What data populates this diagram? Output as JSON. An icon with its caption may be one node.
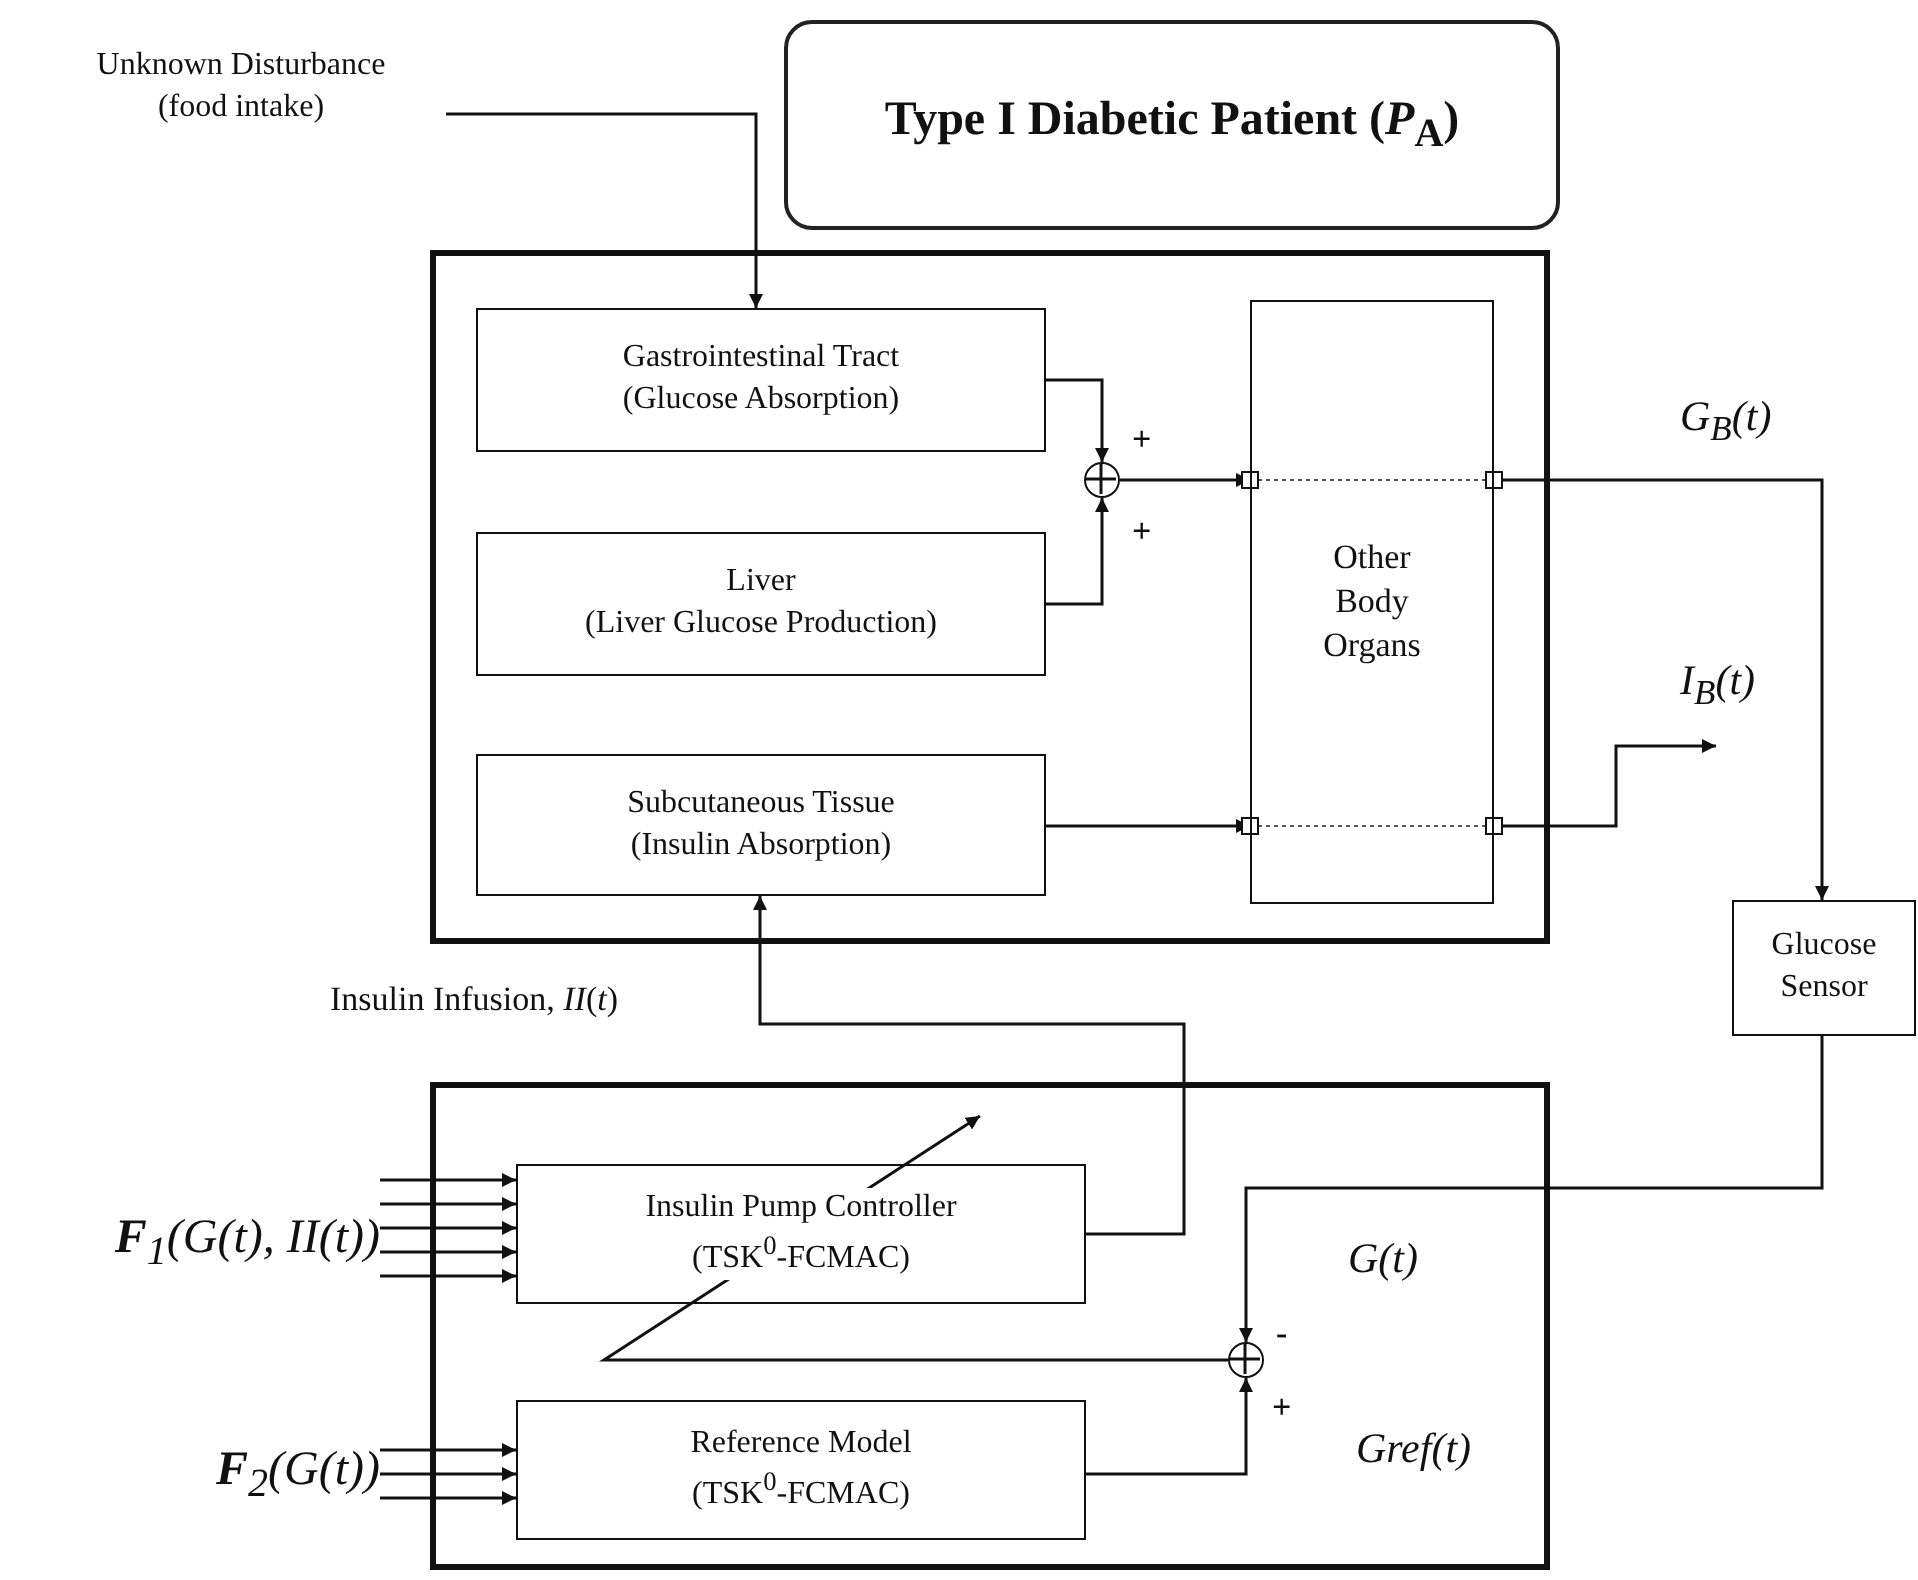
{
  "diagram": {
    "nodes": [
      {
        "text": [
          "Unknown Disturbance",
          "(food intake)"
        ]
      },
      {
        "text": [
          "Type I Diabetic Patient (*P*$_{A}$)"
        ]
      },
      {
        "text": [],
        "shape": "box"
      },
      {
        "text": [
          "Gastrointestinal Tract",
          "(Glucose Absorption)"
        ],
        "in": 2
      },
      {
        "text": [
          "Liver",
          "(Liver Glucose Production)"
        ],
        "in": 2
      },
      {
        "text": [],
        "shape": "circle",
        "in": 2
      },
      {
        "text": [
          "Other Body Organs"
        ],
        "in": 2
      },
      {
        "text": [
          "Subcutaneous Tissue",
          "(Insulin Absorption)"
        ],
        "in": 2
      },
      {
        "text": [
          "Glucose Sensor"
        ]
      },
      {
        "text": [],
        "shape": "box"
      },
      {
        "text": [
          "Insulin Pump Controller",
          "(TSK$^{0}$-FCMAC)"
        ],
        "in": 9
      },
      {
        "text": [],
        "shape": "circle",
        "in": 9
      },
      {
        "text": [
          "Reference Model",
          "(TSK$^{0}$-FCMAC)"
        ],
        "in": 9
      },
      {
        "text": [
          "**F**$_{1}$(G(t), II(t))"
        ]
      },
      {
        "text": [
          "**F**$_{2}$(G(t))"
        ]
      }
    ],
    "edges": [
      {
        "from": 0,
        "to": 3,
        "arrow": "to"
      },
      {
        "from": 3,
        "to": 5,
        "arrow": "to"
      },
      {
        "from": 4,
        "to": 5,
        "arrow": "to"
      },
      {
        "from": 5,
        "to": 6,
        "arrow": "to"
      },
      {
        "from": 7,
        "to": 6,
        "arrow": "to"
      },
      {
        "from": 6,
        "to": 8,
        "arrow": "to",
        "label": "G$_{B}$(t)"
      },
      {
        "from": 6,
        "to": null,
        "arrow": "to",
        "label": "I$_{B}$(t)"
      },
      {
        "from": 10,
        "to": 7,
        "arrow": "to",
        "label": "Insulin Infusion, *II*(*t*)"
      },
      {
        "from": 8,
        "to": 11,
        "arrow": "to",
        "label": "G(t)"
      },
      {
        "from": 12,
        "to": 11,
        "arrow": "to",
        "label": "Gref(t)"
      },
      {
        "from": 11,
        "to": null,
        "arrow": "to"
      },
      {
        "from": 13,
        "to": 10,
        "arrow": "to"
      },
      {
        "from": 13,
        "to": 10,
        "arrow": "to"
      },
      {
        "from": 13,
        "to": 10,
        "arrow": "to"
      },
      {
        "from": 13,
        "to": 10,
        "arrow": "to"
      },
      {
        "from": 13,
        "to": 10,
        "arrow": "to"
      },
      {
        "from": 14,
        "to": 12,
        "arrow": "to"
      },
      {
        "from": 14,
        "to": 12,
        "arrow": "to"
      },
      {
        "from": 14,
        "to": 12,
        "arrow": "to"
      }
    ],
    "labels": [
      "+",
      "+",
      "-",
      "+"
    ]
  }
}
